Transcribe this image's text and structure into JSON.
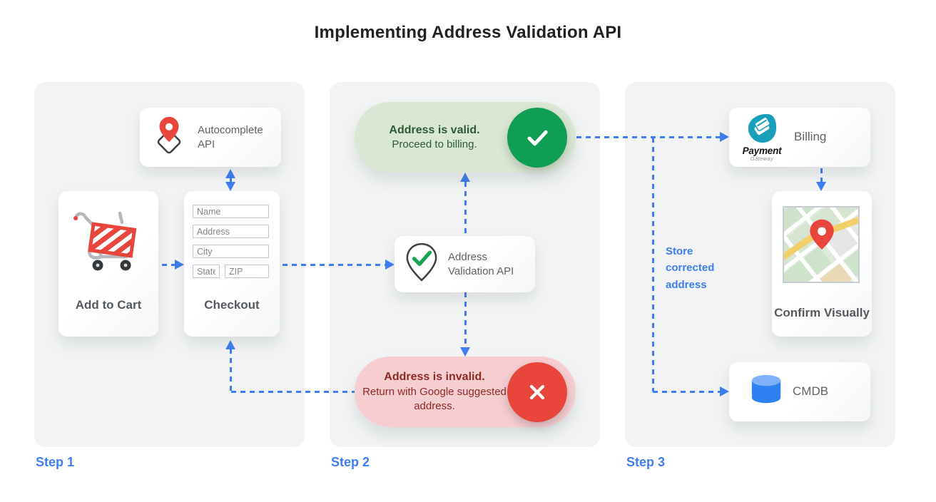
{
  "title": "Implementing Address Validation API",
  "steps": {
    "step1": {
      "label": "Step 1"
    },
    "step2": {
      "label": "Step 2"
    },
    "step3": {
      "label": "Step 3"
    }
  },
  "cards": {
    "autocomplete": {
      "label": "Autocomplete API",
      "icon": "map-pin-diamond-icon"
    },
    "add_to_cart": {
      "label": "Add to Cart",
      "icon": "shopping-cart-icon"
    },
    "checkout": {
      "label": "Checkout",
      "fields": {
        "name": "Name",
        "address": "Address",
        "city": "City",
        "state": "State",
        "zip": "ZIP"
      }
    },
    "validation_api": {
      "label": "Address Validation API",
      "icon": "map-pin-check-icon"
    },
    "billing": {
      "label": "Billing",
      "logo_top": "Payment",
      "logo_sub": "Gateway",
      "icon": "payment-gateway-icon"
    },
    "confirm": {
      "label": "Confirm Visually",
      "icon": "map-thumbnail"
    },
    "cmdb": {
      "label": "CMDB",
      "icon": "database-cylinder-icon"
    }
  },
  "outcomes": {
    "valid": {
      "title": "Address is valid.",
      "subtitle": "Proceed to billing.",
      "icon": "check-circle-icon"
    },
    "invalid": {
      "title": "Address is invalid.",
      "subtitle": "Return with Google suggested address.",
      "icon": "x-circle-icon"
    }
  },
  "annotations": {
    "store_corrected_address": "Store corrected address"
  },
  "colors": {
    "accent_blue": "#3e7ef2",
    "success_green": "#0f9e54",
    "success_bg": "#d9e7d4",
    "success_text": "#2d5b35",
    "error_red": "#e8463b",
    "error_bg": "#f6cdd0",
    "error_text": "#8c2a26",
    "panel_gray": "#f1f3f4",
    "brand_teal": "#17a0bc",
    "pin_red": "#e8453c",
    "db_blue": "#2e82f0"
  }
}
